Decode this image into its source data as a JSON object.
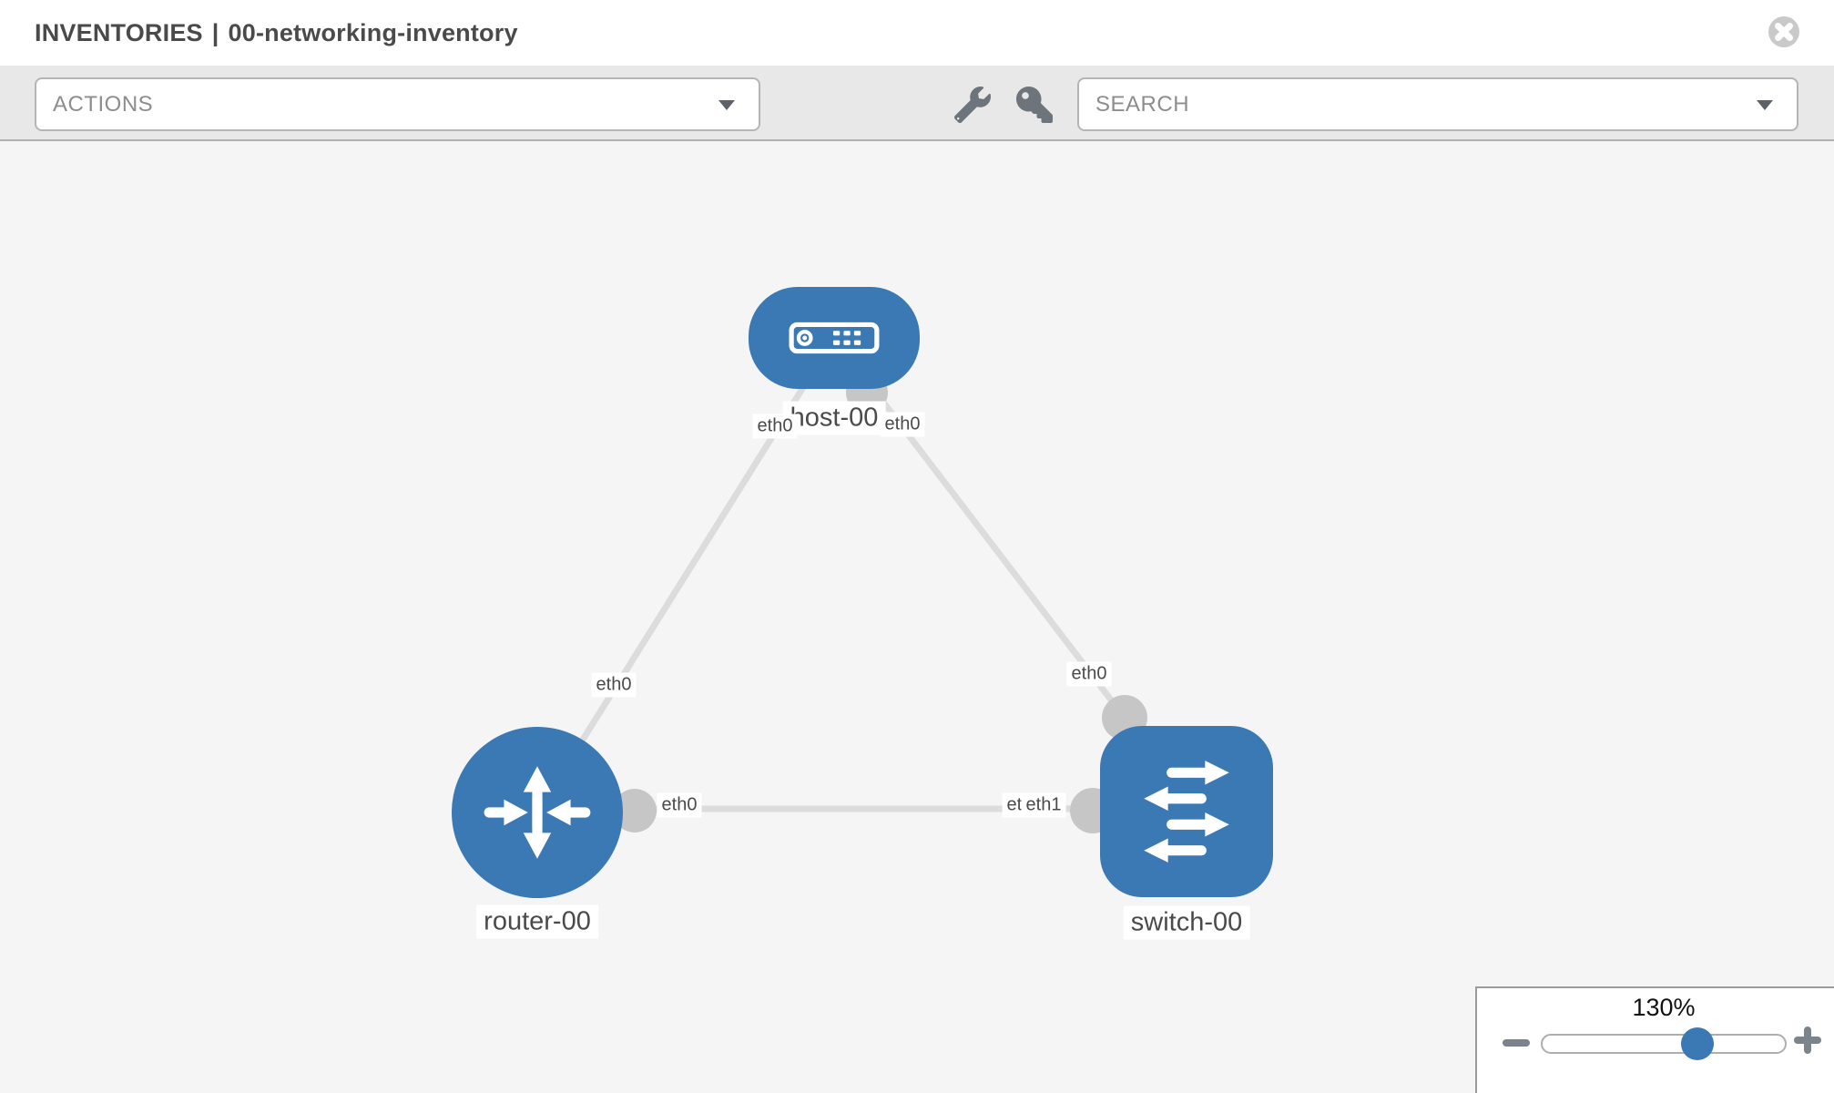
{
  "header": {
    "section": "INVENTORIES",
    "separator": "|",
    "inventory_name": "00-networking-inventory"
  },
  "toolbar": {
    "actions_label": "ACTIONS",
    "search_label": "SEARCH"
  },
  "canvas": {
    "nodes": [
      {
        "label": "host-00",
        "type": "host",
        "shape": "rounded-rect"
      },
      {
        "label": "router-00",
        "type": "router",
        "shape": "circle"
      },
      {
        "label": "switch-00",
        "type": "switch",
        "shape": "rounded-square"
      }
    ],
    "links": [
      {
        "from": "host-00",
        "to": "router-00",
        "from_iface": "eth0",
        "to_iface": "eth0"
      },
      {
        "from": "host-00",
        "to": "switch-00",
        "from_iface": "eth0",
        "to_iface": "eth0"
      },
      {
        "from": "router-00",
        "to": "switch-00",
        "from_iface": "eth0",
        "to_iface": "eth1"
      }
    ],
    "iface_labels": {
      "host_left": "eth0",
      "host_right": "eth0",
      "host_router_mid": "eth0",
      "host_switch_mid": "eth0",
      "router_side": "eth0",
      "switch_side_under": "eth0",
      "switch_side": "eth1"
    },
    "colors": {
      "node_blue": "#3b79b4",
      "link_gray": "#dcdcdc",
      "iface_circle_gray": "#c6c6c6",
      "canvas_bg": "#f5f5f5"
    }
  },
  "zoom": {
    "level": "130%",
    "minus": "−",
    "plus": "+"
  }
}
